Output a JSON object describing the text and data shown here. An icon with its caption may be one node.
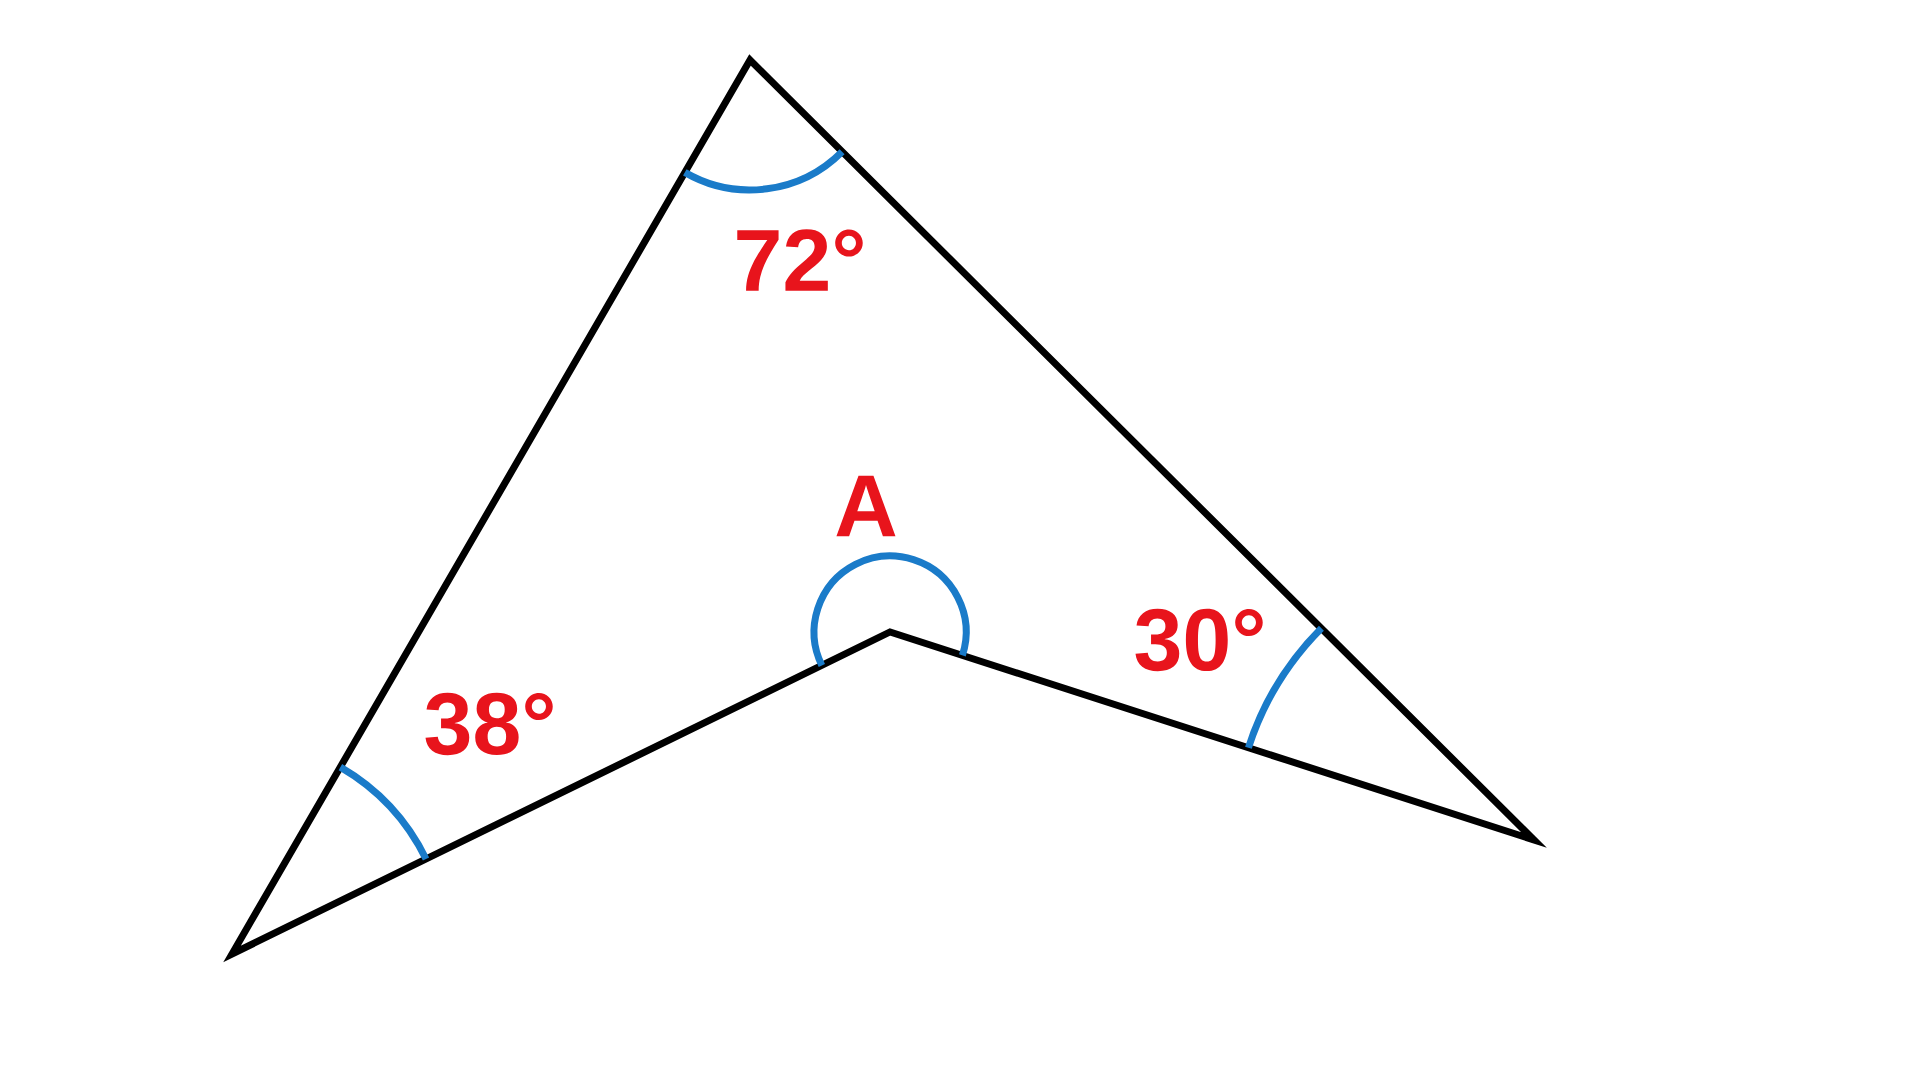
{
  "diagram": {
    "labels": [
      "72°",
      "A",
      "38°",
      "30°"
    ]
  }
}
